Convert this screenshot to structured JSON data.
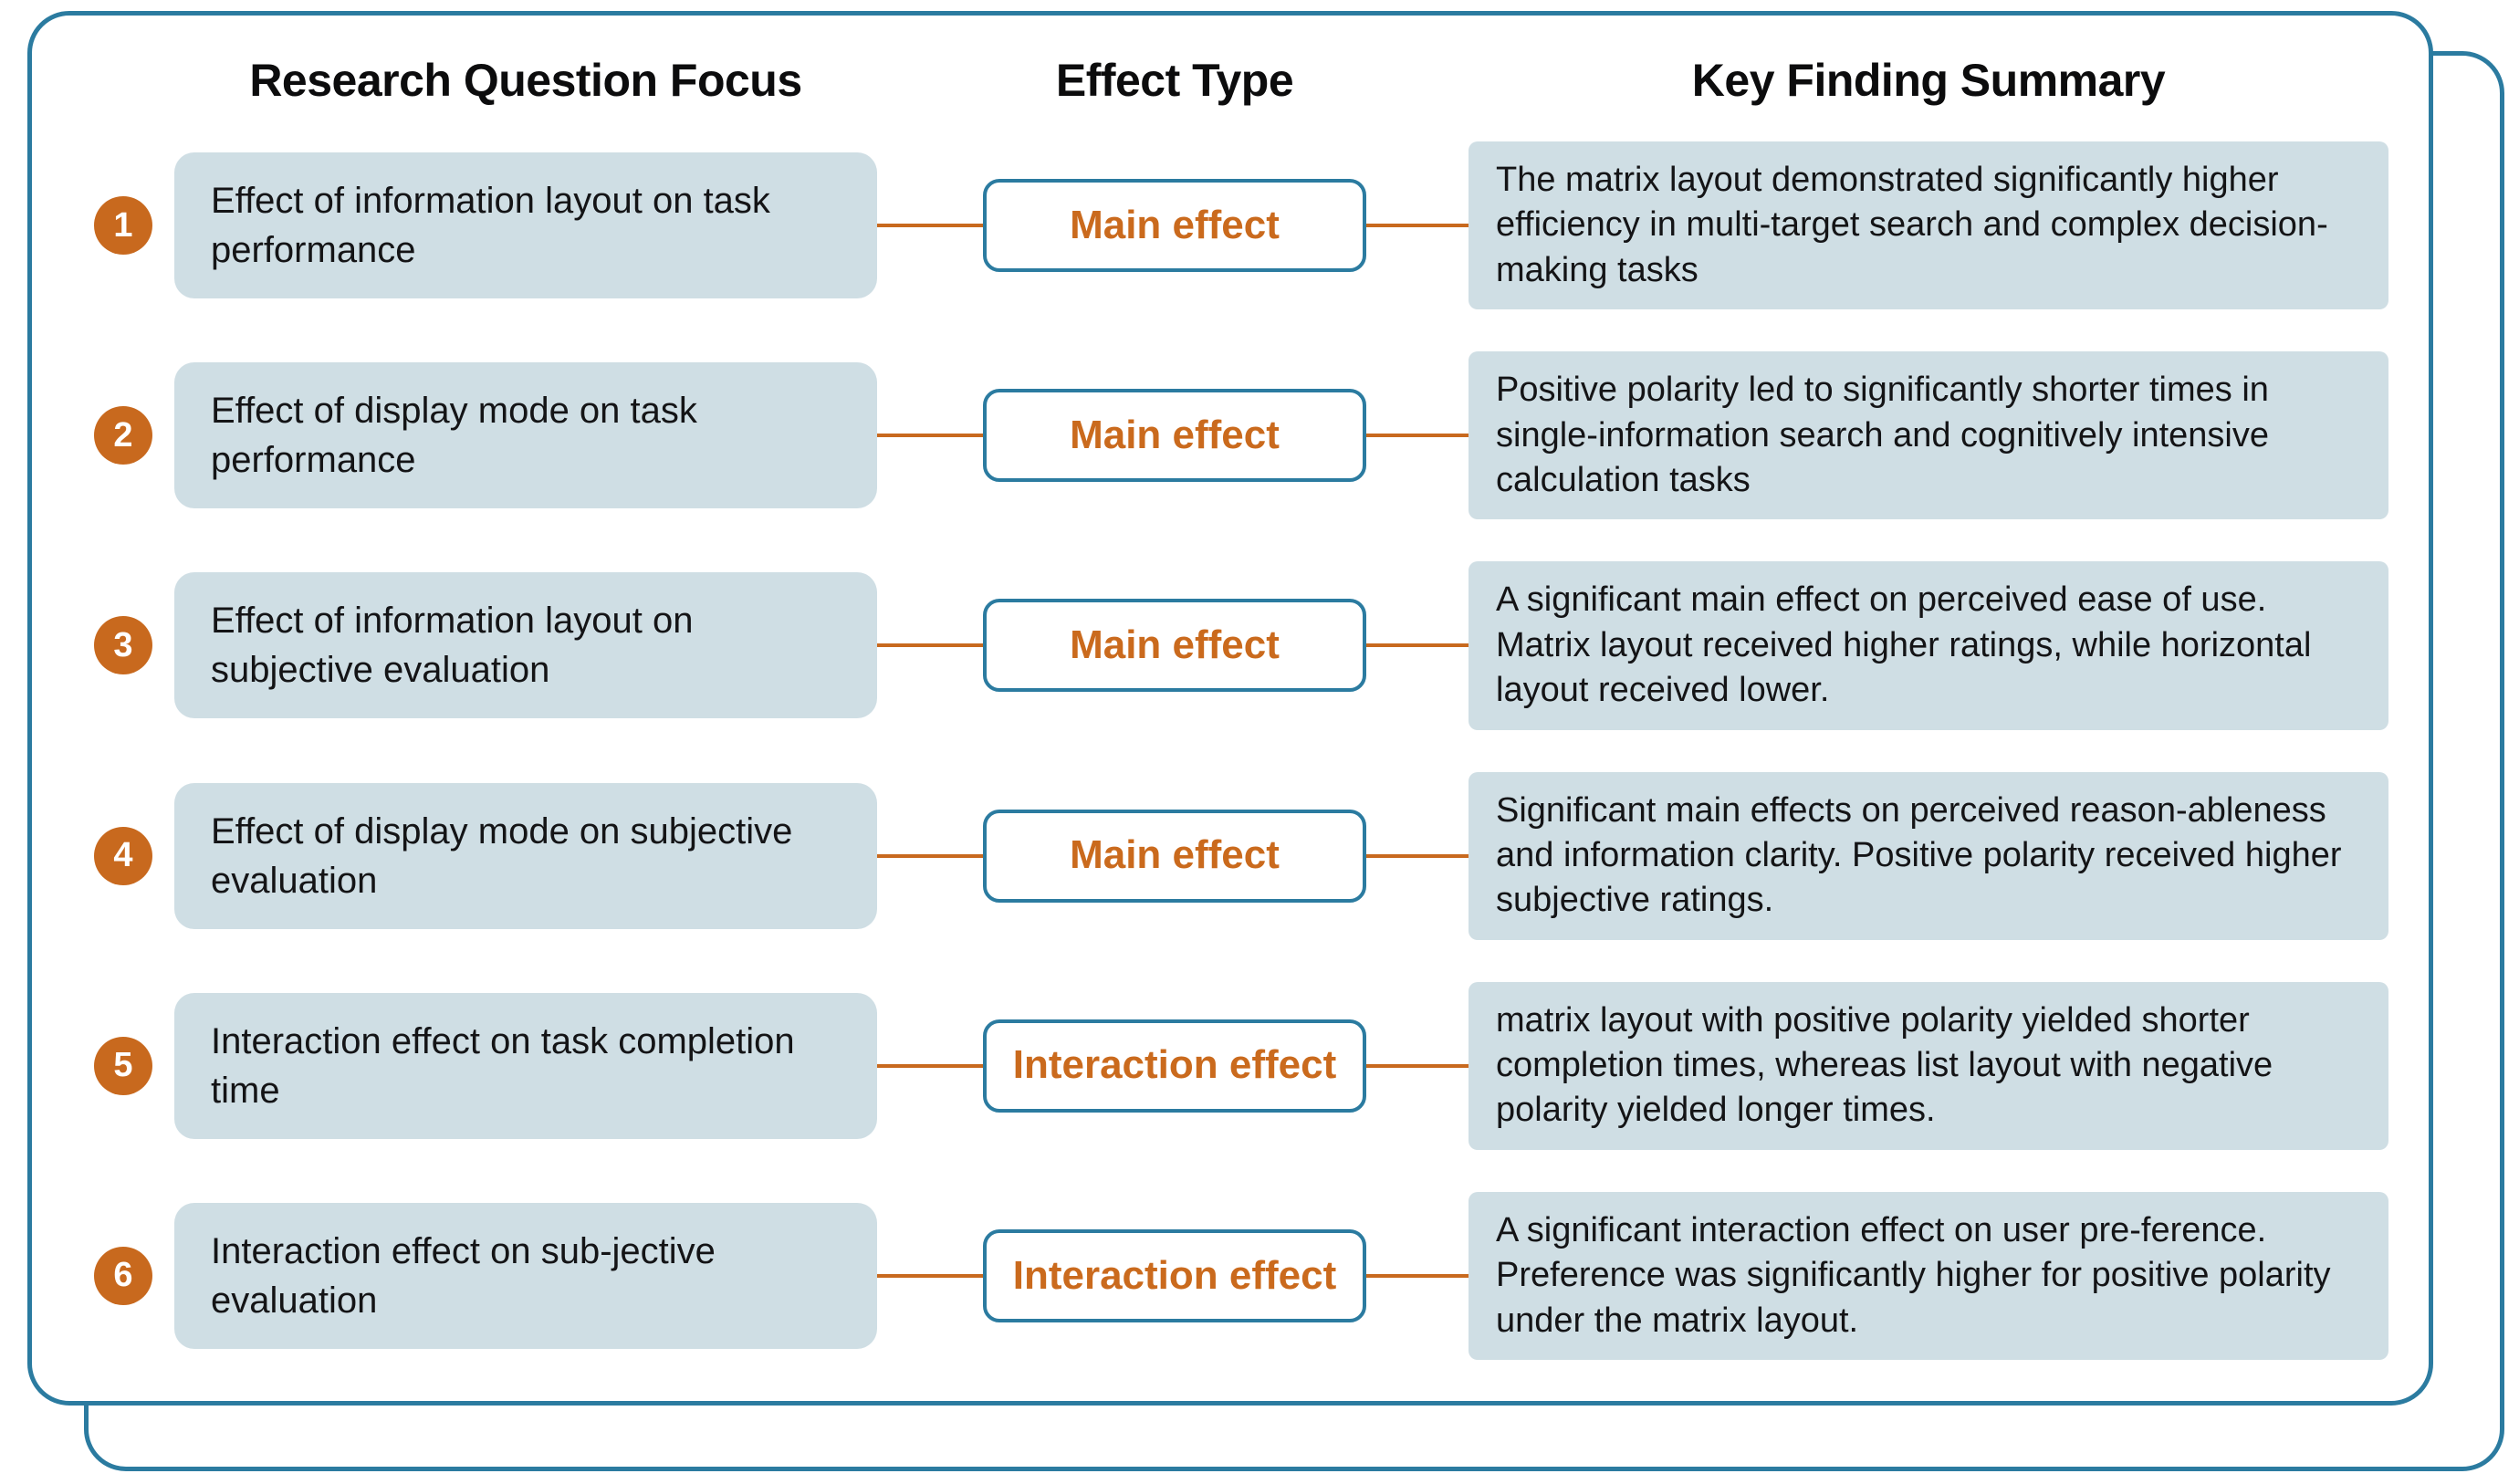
{
  "headers": {
    "question": "Research Question Focus",
    "effect": "Effect Type",
    "finding": "Key Finding Summary"
  },
  "colors": {
    "accent_orange": "#c8691e",
    "box_fill": "#cfdee4",
    "border_blue": "#2b7ba0",
    "text_dark": "#141416"
  },
  "rows": [
    {
      "number": "1",
      "question": "Effect of information layout on task performance",
      "effect": "Main effect",
      "finding": "The matrix layout demonstrated significantly higher efficiency in multi-target search and complex decision-making tasks"
    },
    {
      "number": "2",
      "question": "Effect of display mode on task performance",
      "effect": "Main effect",
      "finding": "Positive polarity led to significantly shorter times in single-information search and cognitively intensive calculation tasks"
    },
    {
      "number": "3",
      "question": "Effect of information layout on subjective evaluation",
      "effect": "Main effect",
      "finding": "A significant main effect on perceived ease of use. Matrix layout received higher ratings, while horizontal layout received lower."
    },
    {
      "number": "4",
      "question": "Effect of display mode on subjective evaluation",
      "effect": "Main effect",
      "finding": "Significant main effects on perceived reason-ableness and information clarity. Positive polarity received higher subjective ratings."
    },
    {
      "number": "5",
      "question": "Interaction effect on task completion time",
      "effect": "Interaction effect",
      "finding": "matrix layout with positive polarity yielded shorter completion times, whereas list layout with negative polarity yielded longer times."
    },
    {
      "number": "6",
      "question": "Interaction effect on sub-jective evaluation",
      "effect": "Interaction effect",
      "finding": "A significant interaction effect on user pre-ference. Preference was significantly higher for positive polarity under the matrix layout."
    }
  ]
}
